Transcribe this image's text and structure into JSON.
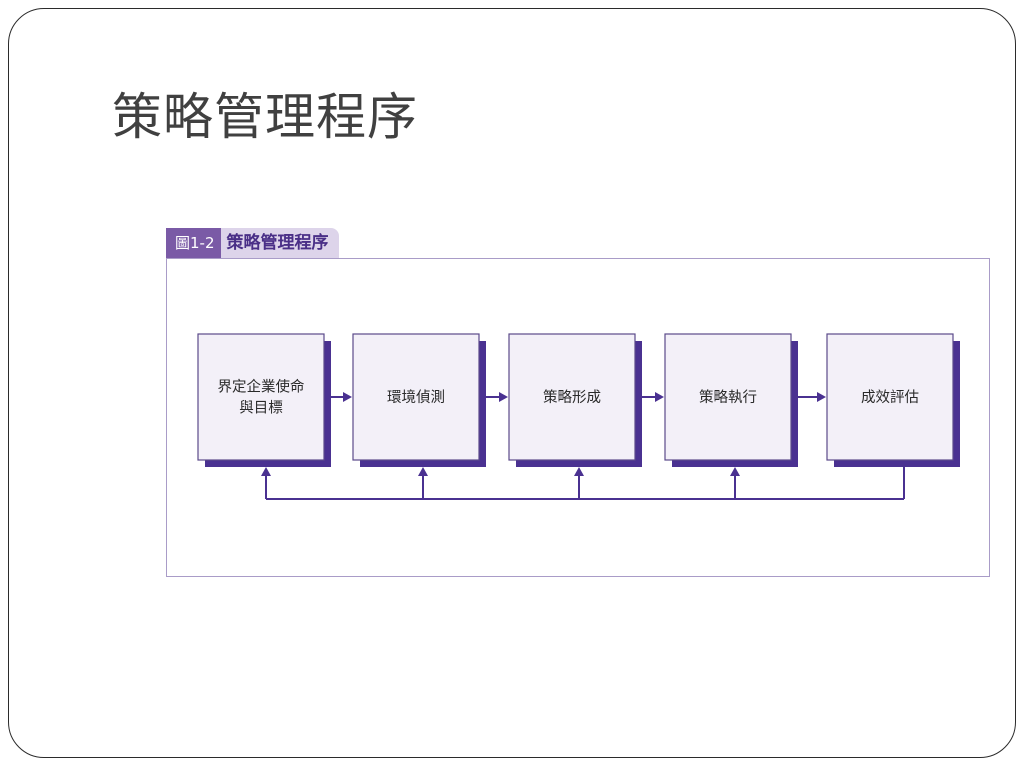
{
  "slide": {
    "title": "策略管理程序"
  },
  "figure": {
    "number": "圖1-2",
    "caption": "策略管理程序"
  },
  "flow": {
    "steps": [
      {
        "lines": [
          "界定企業使命",
          "與目標"
        ]
      },
      {
        "lines": [
          "環境偵測"
        ]
      },
      {
        "lines": [
          "策略形成"
        ]
      },
      {
        "lines": [
          "策略執行"
        ]
      },
      {
        "lines": [
          "成效評估"
        ]
      }
    ]
  },
  "colors": {
    "accent": "#4a3191",
    "box_fill": "#f3f0f8",
    "box_border": "#5b4a8a",
    "tab_number_bg": "#7a5aa6",
    "tab_caption_bg": "#ddd4ea",
    "frame_border": "#a99cc8",
    "title_text": "#404040"
  }
}
